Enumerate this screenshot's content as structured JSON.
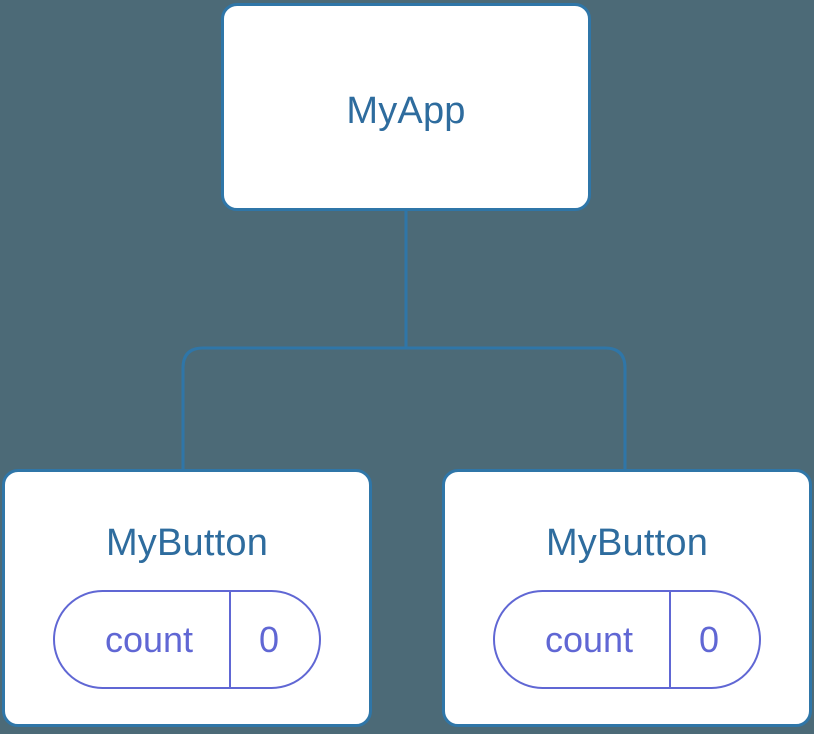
{
  "diagram": {
    "type": "component-tree",
    "background_color": "#4c6a77",
    "node_border_color": "#2f76a8",
    "node_fill_color": "#ffffff",
    "node_title_color": "#2e6c9e",
    "state_accent_color": "#6067d4",
    "edge_color": "#2f76a8",
    "root": {
      "name": "root-node",
      "title": "MyApp",
      "state": null
    },
    "children": [
      {
        "name": "child-node-left",
        "title": "MyButton",
        "state": {
          "key": "count",
          "value": "0"
        }
      },
      {
        "name": "child-node-right",
        "title": "MyButton",
        "state": {
          "key": "count",
          "value": "0"
        }
      }
    ],
    "edges": [
      {
        "name": "edge-root-to-left",
        "from": "MyApp",
        "to": "MyButton"
      },
      {
        "name": "edge-root-to-right",
        "from": "MyApp",
        "to": "MyButton"
      }
    ]
  }
}
